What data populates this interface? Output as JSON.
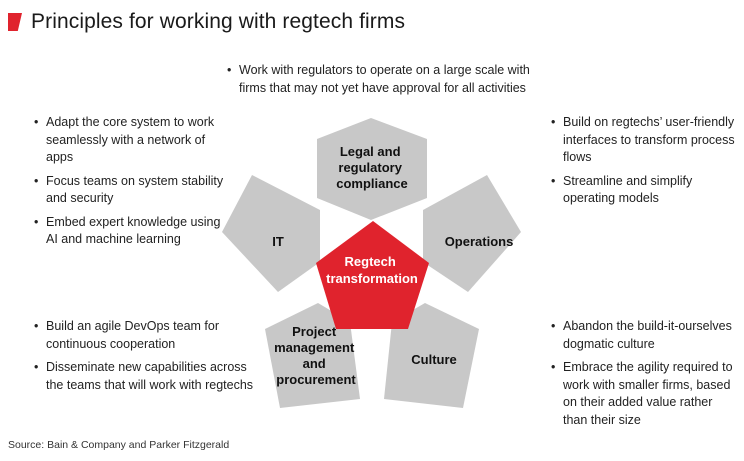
{
  "title": "Principles for working with regtech firms",
  "colors": {
    "accent": "#e0232d",
    "pentagon": "#c8c8c8",
    "center": "#e0232d"
  },
  "center": {
    "line1": "Regtech",
    "line2": "transformation"
  },
  "petals": {
    "legal": {
      "lines": [
        "Legal and",
        "regulatory",
        "compliance"
      ]
    },
    "it": {
      "lines": [
        "IT"
      ]
    },
    "operations": {
      "lines": [
        "Operations"
      ]
    },
    "project": {
      "lines": [
        "Project",
        "management",
        "and",
        "procurement"
      ]
    },
    "culture": {
      "lines": [
        "Culture"
      ]
    }
  },
  "bullets": {
    "top": [
      "Work with regulators to operate on a large scale with firms that may not yet have approval for all activities"
    ],
    "it": [
      "Adapt the core system to work seamlessly with a network of apps",
      "Focus teams on system stability and security",
      "Embed expert knowledge using AI and machine learning"
    ],
    "operations": [
      "Build on regtechs’ user-friendly interfaces to transform process flows",
      "Streamline and simplify operating models"
    ],
    "project": [
      "Build an agile DevOps team for continuous cooperation",
      "Disseminate new capabilities across the teams that will work with regtechs"
    ],
    "culture": [
      "Abandon the build-it-ourselves dogmatic culture",
      "Embrace the agility required to work with smaller firms, based on their added value rather than their size"
    ]
  },
  "source": "Source: Bain & Company and Parker Fitzgerald"
}
